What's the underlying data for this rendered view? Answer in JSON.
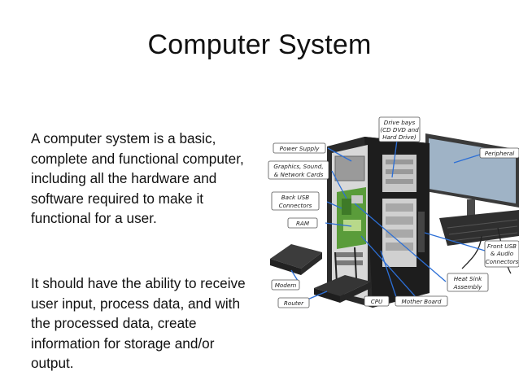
{
  "slide": {
    "title": "Computer System",
    "paragraph_1": "A computer system is a basic, complete and functional computer, including all the hardware and software required to make it functional for a user.",
    "paragraph_2": "It should have the ability to receive user input, process data, and with the processed data, create information for storage and/or output."
  },
  "diagram": {
    "labels": {
      "drive_bays": [
        "Drive bays",
        "(CD DVD and",
        "Hard Drive)"
      ],
      "power_supply": "Power Supply",
      "graphics": [
        "Graphics, Sound,",
        "& Network Cards"
      ],
      "back_usb": [
        "Back USB",
        "Connectors"
      ],
      "ram": "RAM",
      "peripheral": "Peripheral",
      "front_usb": [
        "Front USB",
        "& Audio",
        "Connectors"
      ],
      "heat_sink": [
        "Heat Sink",
        "Assembly"
      ],
      "modem": "Modem",
      "router": "Router",
      "cpu": "CPU",
      "mother_board": "Mother Board"
    },
    "colors": {
      "leader_line": "#2c6fd6",
      "case": "#2a2a2a",
      "board": "#5a9c3a"
    }
  }
}
